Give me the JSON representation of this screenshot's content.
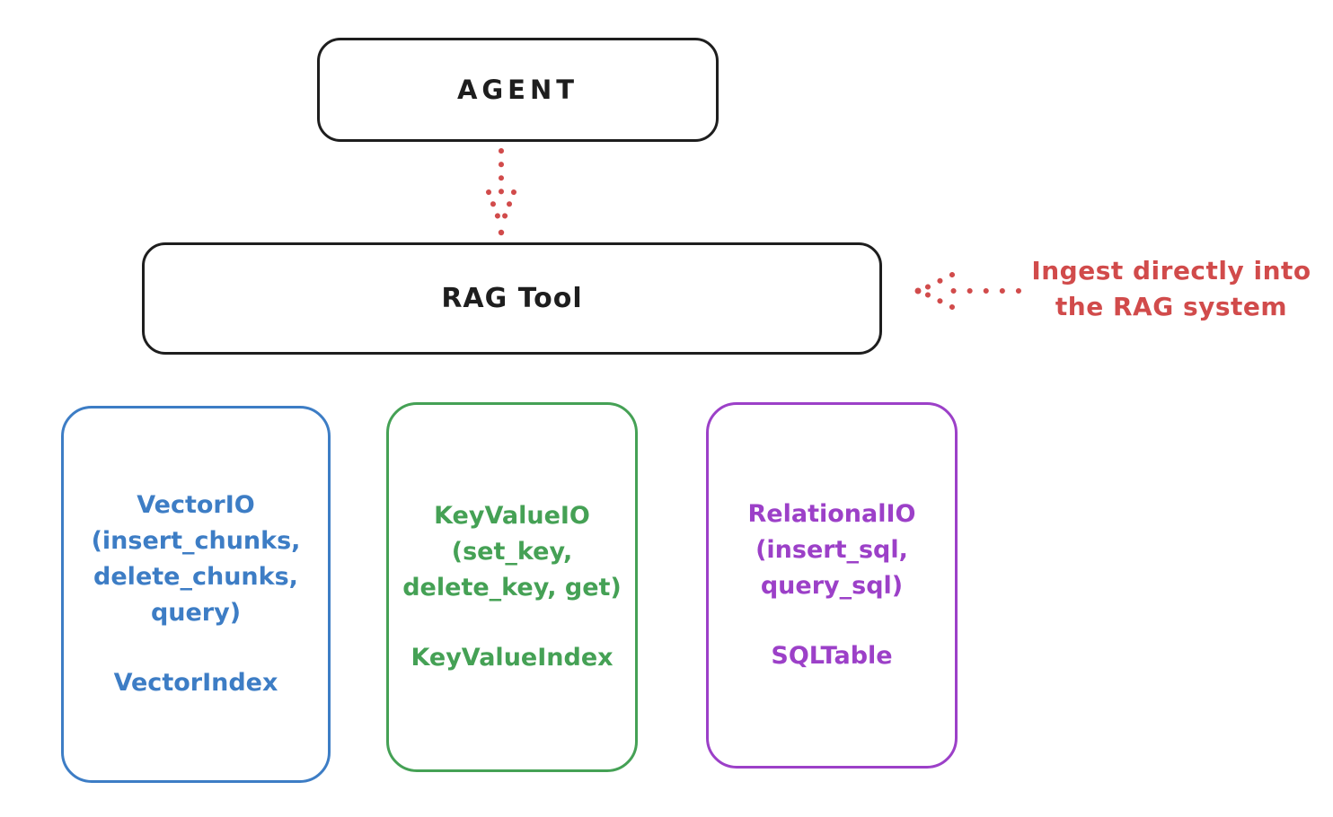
{
  "diagram": {
    "style": "hand-drawn-flowchart",
    "background_color": "#ffffff"
  },
  "nodes": {
    "agent": {
      "label": "AGENT"
    },
    "rag_tool": {
      "label": "RAG Tool"
    },
    "vector_io": {
      "lines": [
        "VectorIO",
        "(insert_chunks,",
        "delete_chunks,",
        "query)"
      ],
      "index_label": "VectorIndex",
      "color": "#3d7dc5"
    },
    "key_value_io": {
      "lines": [
        "KeyValueIO",
        "(set_key,",
        "delete_key, get)"
      ],
      "index_label": "KeyValueIndex",
      "color": "#45a155"
    },
    "relational_io": {
      "lines": [
        "RelationalIO",
        "(insert_sql,",
        "query_sql)"
      ],
      "index_label": "SQLTable",
      "color": "#9c40c8"
    }
  },
  "annotation": {
    "line1": "Ingest directly into",
    "line2": "the RAG system",
    "color": "#d14b4b"
  },
  "arrows": {
    "agent_to_rag_tool": {
      "style": "dotted",
      "direction": "down",
      "color": "#d14b4b"
    },
    "annotation_to_rag_tool": {
      "style": "dotted",
      "direction": "left",
      "color": "#d14b4b"
    }
  },
  "colors": {
    "stroke_black": "#1e1e1e",
    "red": "#d14b4b",
    "blue": "#3d7dc5",
    "green": "#45a155",
    "purple": "#9c40c8"
  }
}
